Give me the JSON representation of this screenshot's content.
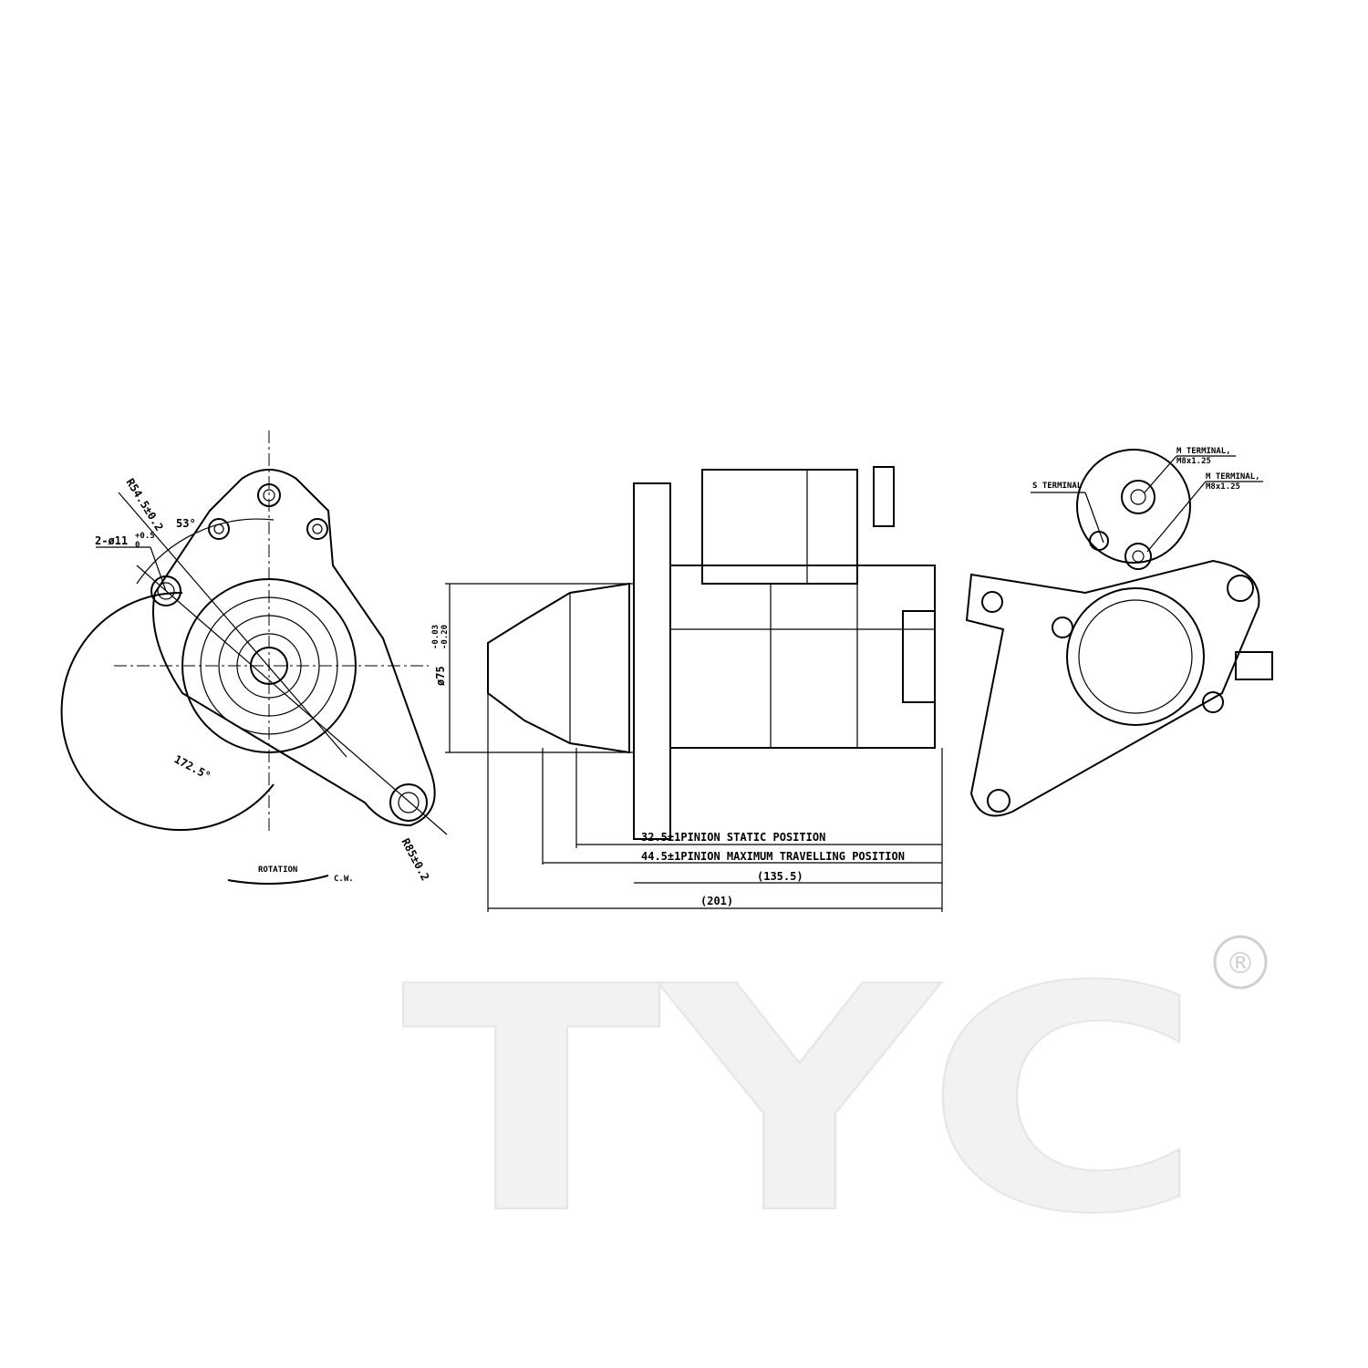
{
  "front_view": {
    "radius_small": "R54.5±0.2",
    "angle": "53°",
    "holes": "2-ø11",
    "holes_tol_upper": "+0.5",
    "holes_tol_lower": "0",
    "angle_large": "172.5°",
    "radius_large": "R85±0.2",
    "rotation_label": "ROTATION",
    "rotation_dir": "C.W."
  },
  "side_view": {
    "pilot_diameter": "ø75",
    "pilot_tol_upper": "-0.03",
    "pilot_tol_lower": "-0.20",
    "dim_static": "32.5±1PINION STATIC POSITION",
    "dim_travel": "44.5±1PINION MAXIMUM TRAVELLING POSITION",
    "dim_body": "(135.5)",
    "dim_overall": "(201)"
  },
  "rear_view": {
    "s_terminal": "S TERMINAL",
    "m_terminal_1": "M TERMINAL,",
    "m_terminal_1_thread": "M8x1.25",
    "m_terminal_2": "M TERMINAL,",
    "m_terminal_2_thread": "M8x1.25"
  },
  "logo": {
    "text": "TYC",
    "registered": "®"
  }
}
